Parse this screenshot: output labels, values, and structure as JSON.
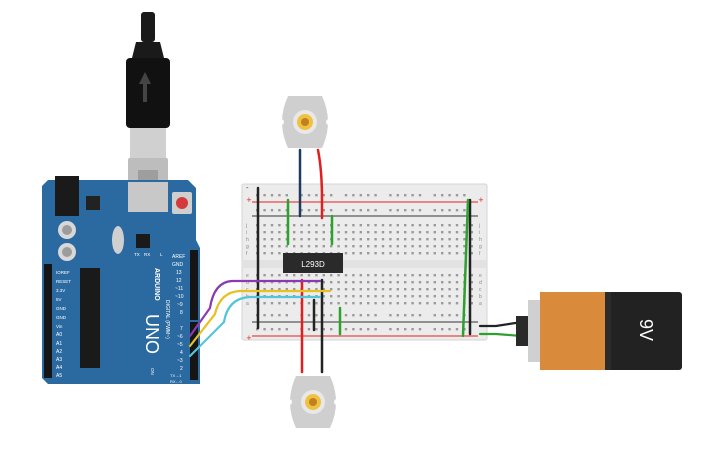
{
  "arduino": {
    "brand": "ARDUINO",
    "model": "UNO",
    "digital_label": "DIGITAL (PWM~)",
    "power_pins": [
      "IOREF",
      "RESET",
      "3.3V",
      "5V",
      "GND",
      "GND",
      "Vin"
    ],
    "analog_pins": [
      "A0",
      "A1",
      "A2",
      "A3",
      "A4",
      "A5"
    ],
    "digital_pins_top": [
      "AREF",
      "GND",
      "13",
      "12",
      "~11",
      "~10",
      "~9",
      "8"
    ],
    "digital_pins_bottom": [
      "7",
      "~6",
      "~5",
      "4",
      "~3",
      "2",
      "TX→1",
      "RX←0"
    ],
    "leds": [
      "TX",
      "RX"
    ],
    "led_l": "L",
    "on_label": "ON"
  },
  "breadboard": {
    "rows_top": [
      "j",
      "i",
      "h",
      "g",
      "f"
    ],
    "rows_bottom": [
      "e",
      "d",
      "c",
      "b",
      "a"
    ],
    "rail_plus": "+",
    "rail_minus": "-"
  },
  "chip": {
    "label": "L293D"
  },
  "battery": {
    "label": "9V"
  },
  "colors": {
    "arduino_blue": "#2a6aa0",
    "wire_red": "#e02020",
    "wire_black": "#222222",
    "wire_green": "#2ea02e",
    "wire_purple": "#8a3bb0",
    "wire_yellow": "#e8c020",
    "wire_cyan": "#52c6d8",
    "wire_navy": "#1e3a5f",
    "battery_orange": "#d98a3a"
  }
}
